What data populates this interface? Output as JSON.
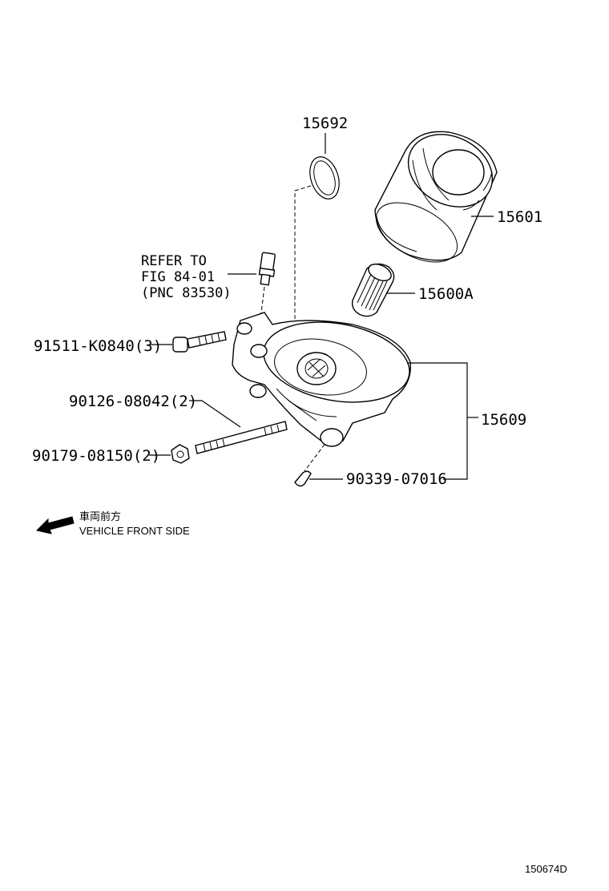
{
  "callouts": {
    "gasket": "15692",
    "oil_filter": "15601",
    "union": "15600A",
    "bracket": "15609",
    "bolt": "91511-K0840(3)",
    "stud": "90126-08042(2)",
    "nut": "90179-08150(2)",
    "pin": "90339-07016"
  },
  "refer": {
    "line1": "REFER TO",
    "line2": "FIG 84-01",
    "line3": "(PNC 83530)"
  },
  "direction": {
    "japanese": "車両前方",
    "english": "VEHICLE FRONT SIDE"
  },
  "figure_id": "150674D"
}
